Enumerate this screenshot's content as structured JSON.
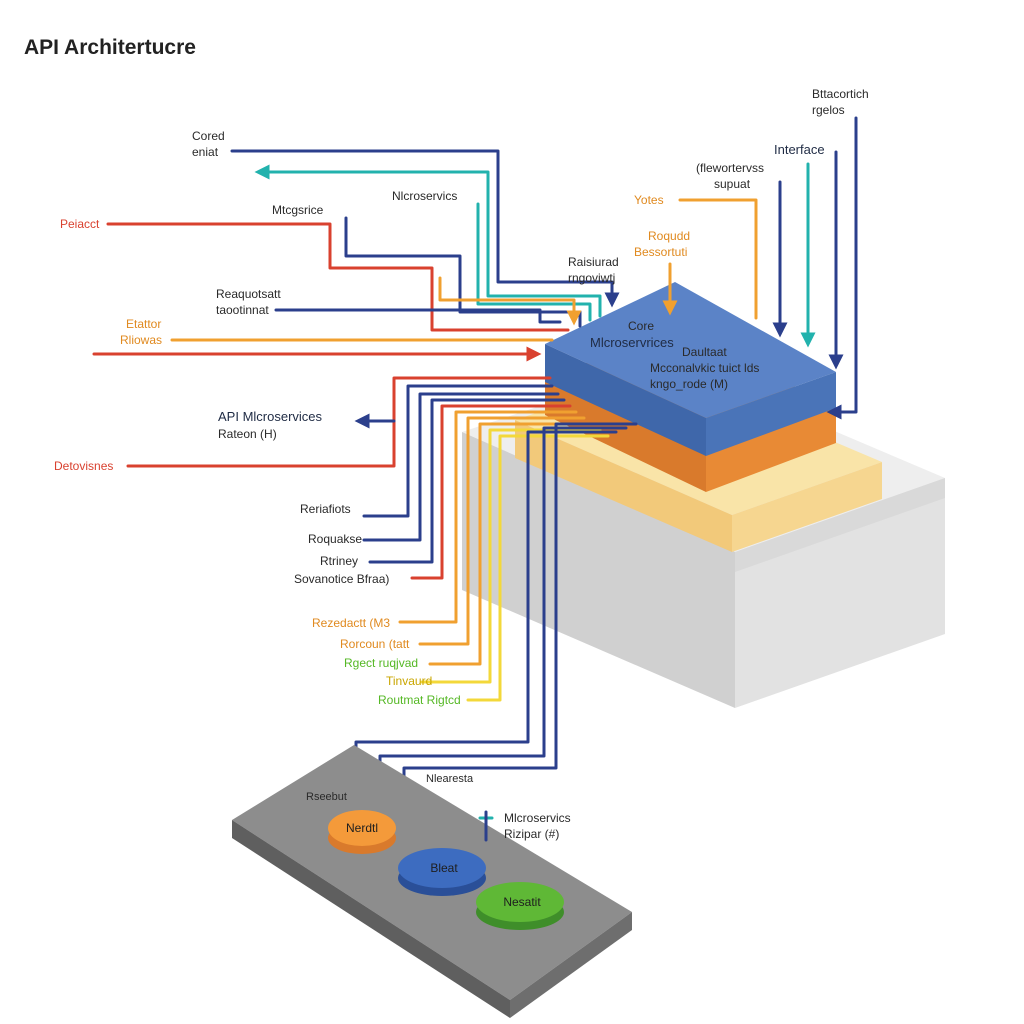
{
  "title": "API Architertucre",
  "colors": {
    "navy": "#2b3f8c",
    "teal": "#22b2ad",
    "red": "#d9412f",
    "orange": "#f0a030",
    "yellow": "#f3d83a",
    "green_text": "#55b825",
    "blue_top": "#4f79c0",
    "orange_layer": "#e98a3a",
    "cream_layer": "#f7d98a",
    "gray_block": "#d6d6d6",
    "dark_platform": "#7c7c7c"
  },
  "labels": {
    "cored": "Cored",
    "eniat": "eniat",
    "mtcgsrice": "Mtcgsrice",
    "nicroservics": "Nlcroservics",
    "peiacct": "Peiacct",
    "reaquotsatt": "Reaquotsatt",
    "taootinnat": "taootinnat",
    "etattor": "Etattor",
    "rliowas": "Rliowas",
    "api_microservices": "API Mlcroservices",
    "rateon_h": "Rateon (H)",
    "detovisnes": "Detovisnes",
    "reriafiots": "Reriafiots",
    "roquakse": "Roquakse",
    "rtriney": "Rtriney",
    "sovanotice": "Sovanotice Bfraa)",
    "rezedactt": "Rezedactt (M3",
    "rorcoun": "Rorcoun (tatt",
    "rgect": "Rgect ruqjvad",
    "tinvaurd": "Tinvaurd",
    "routmat": "Routmat Rigtcd",
    "bttacortich": "Bttacortich",
    "rgelos": "rgelos",
    "interface": "Interface",
    "flewortervss": "(flewortervss",
    "supuat": "supuat",
    "yotes": "Yotes",
    "roqudd": "Roqudd",
    "bessorttuti": "Bessortuti",
    "raisiurad": "Raisiurad",
    "rngoviwtj": "rngoviwtj",
    "core": "Core",
    "core_microservices": "Mlcroservrices",
    "daultaat": "Daultaat",
    "mcconalvkic": "Mcconalvkic tuict lds",
    "kngo_rode": "kngo_rode (M)",
    "rseebut": "Rseebut",
    "nlearesta": "Nlearesta",
    "microservices_bottom": "Mlcroservics",
    "rizipar": "Rizipar (#)"
  },
  "nodes": {
    "orange": "Nerdtl",
    "blue": "Bleat",
    "green": "Nesatit"
  }
}
